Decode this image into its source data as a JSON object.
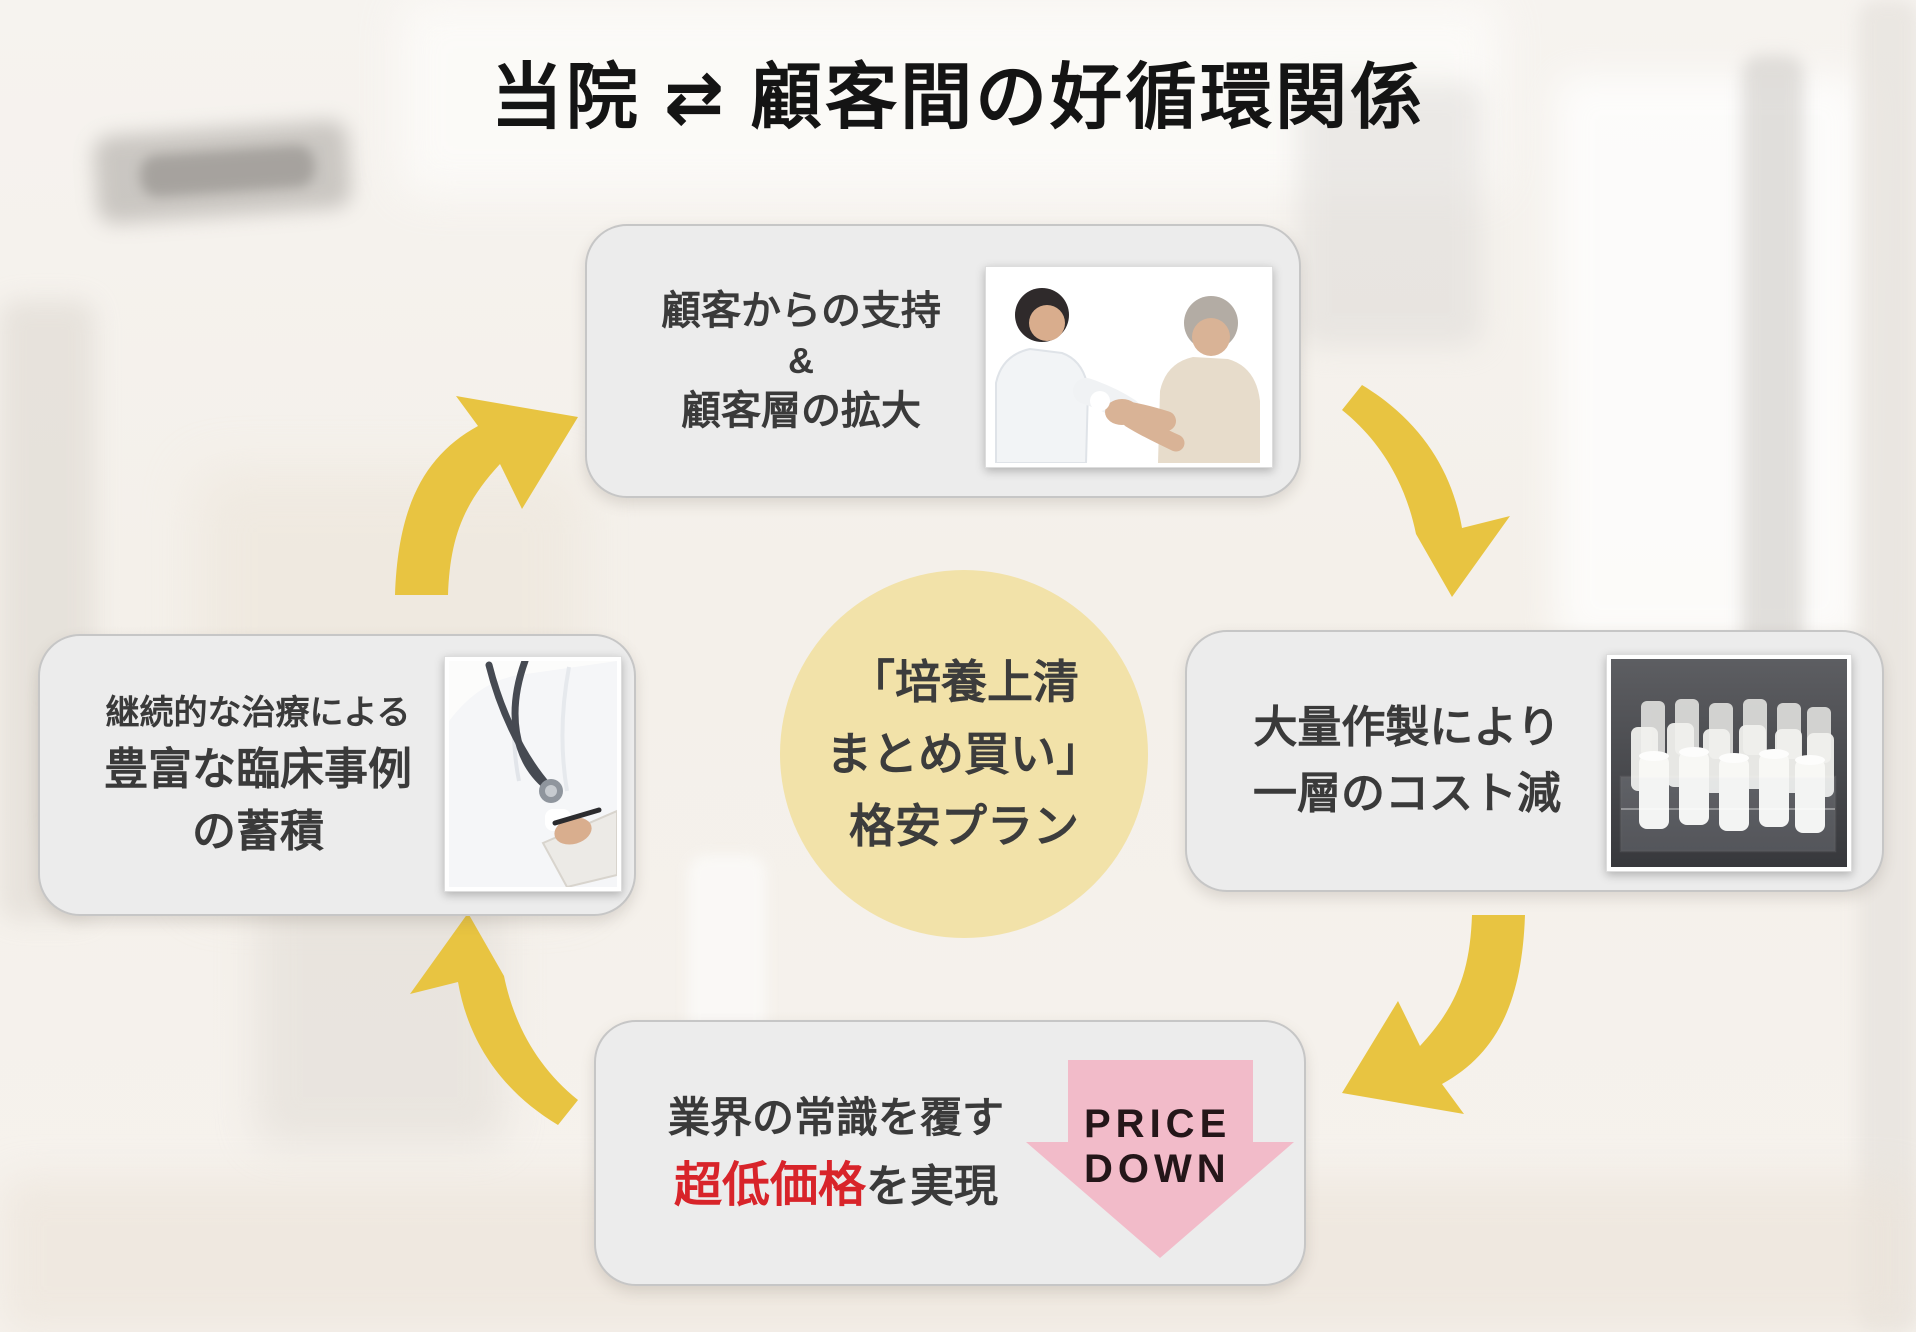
{
  "title": "当院 ⇄ 顧客間の好循環関係",
  "center_circle": {
    "line1": "「培養上清",
    "line2": "まとめ買い」",
    "line3": "格安プラン"
  },
  "top_box": {
    "line1": "顧客からの支持",
    "line2": "&",
    "line3": "顧客層の拡大",
    "photo": "doctor-patient-handshake-photo"
  },
  "right_box": {
    "line1": "大量作製により",
    "line2": "一層のコスト減",
    "photo": "culture-supernatant-vial-rack-photo"
  },
  "bottom_box": {
    "line1": "業界の常識を覆す",
    "line2_highlight": "超低価格",
    "line2_rest": "を実現",
    "price_down_line1": "PRICE",
    "price_down_line2": "DOWN"
  },
  "left_box": {
    "line1": "継続的な治療による",
    "line2": "豊富な臨床事例",
    "line3": "の蓄積",
    "photo": "doctor-writing-clipboard-photo"
  },
  "colors": {
    "cycle_arrow_yellow": "#E8C441",
    "center_circle_fill": "#F2E2A9",
    "price_down_pink": "#F2BBC9",
    "highlight_red": "#D8242A",
    "box_fill": "#ECECEC",
    "text_dark": "#3A3A3A"
  }
}
